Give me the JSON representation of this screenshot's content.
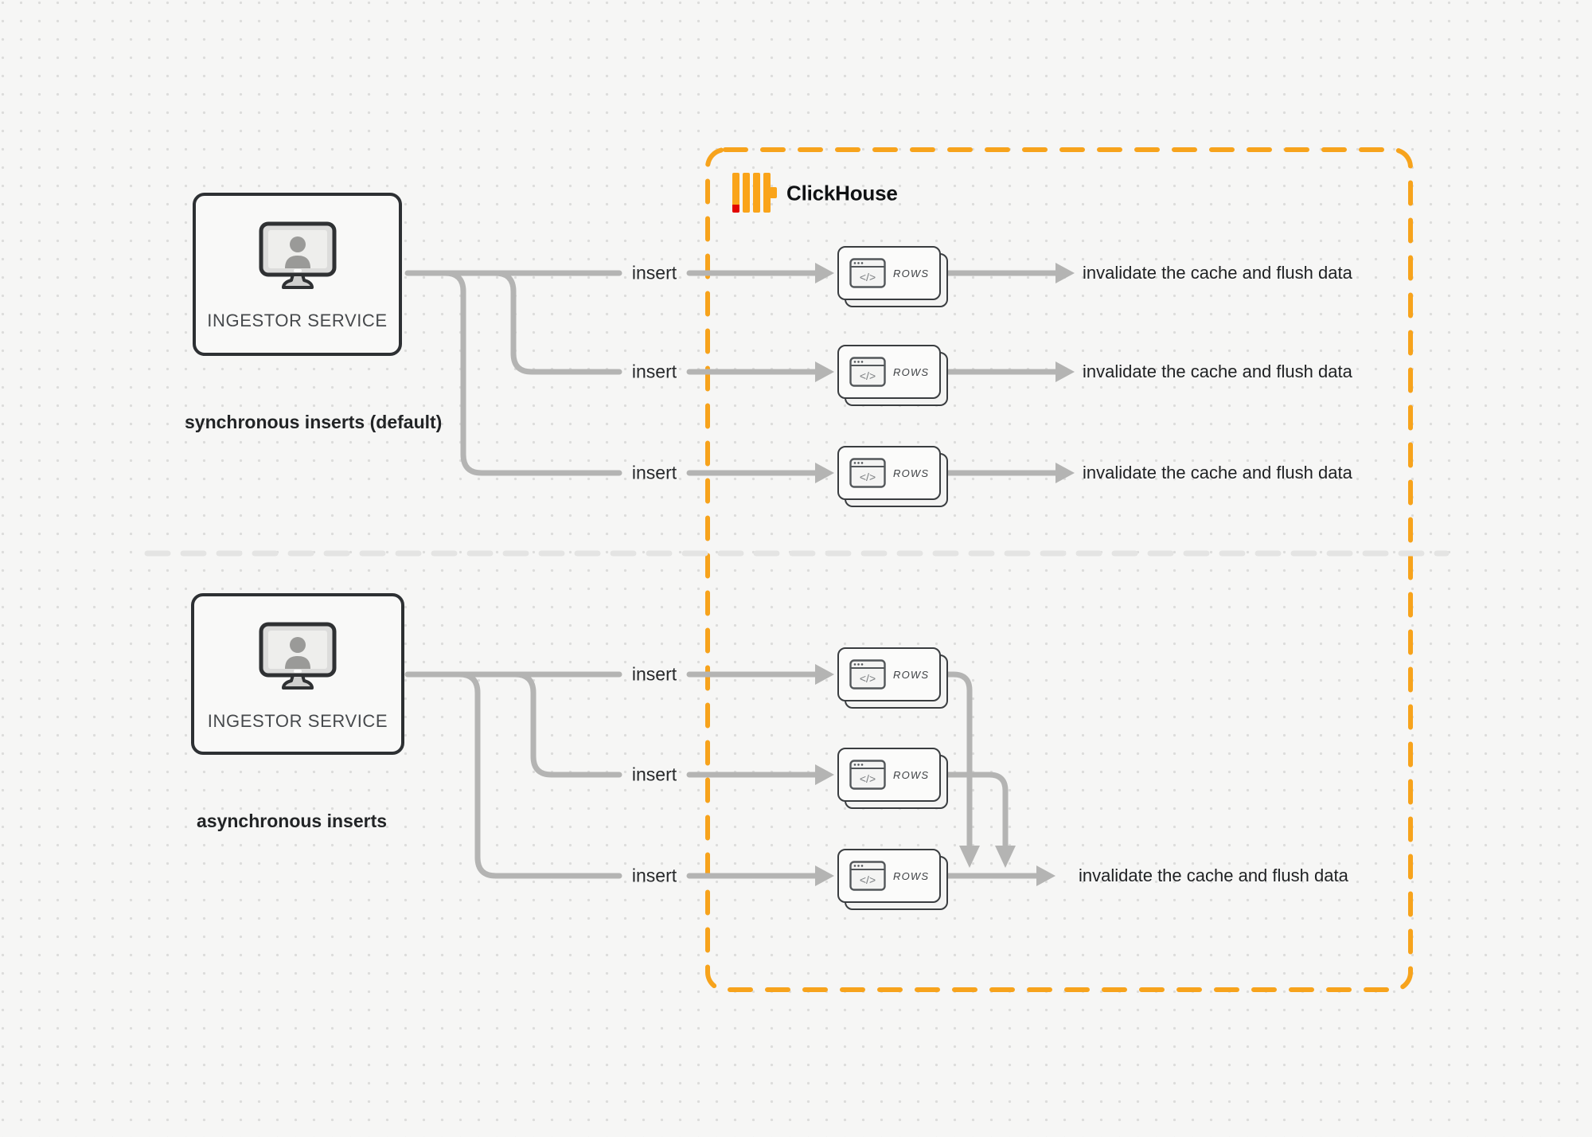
{
  "colors": {
    "background": "#f6f6f5",
    "accent_orange": "#f7a31c",
    "logo_red": "#e20500",
    "connector_gray": "#b4b4b3",
    "divider_gray": "#e4e4e3",
    "dark_border": "#2d3033",
    "text_dark": "#1f2123"
  },
  "sync": {
    "service": "INGESTOR SERVICE",
    "caption": "synchronous inserts (default)",
    "insert_labels": [
      "insert",
      "insert",
      "insert"
    ]
  },
  "async": {
    "service": "INGESTOR SERVICE",
    "caption": "asynchronous inserts",
    "insert_labels": [
      "insert",
      "insert",
      "insert"
    ]
  },
  "clickhouse": {
    "name": "ClickHouse",
    "sync_rows": [
      {
        "label": "ROWS",
        "result": "invalidate the cache and flush data"
      },
      {
        "label": "ROWS",
        "result": "invalidate the cache and flush data"
      },
      {
        "label": "ROWS",
        "result": "invalidate the cache and flush data"
      }
    ],
    "async_rows": [
      {
        "label": "ROWS"
      },
      {
        "label": "ROWS"
      },
      {
        "label": "ROWS"
      }
    ],
    "async_result": "invalidate the cache and flush data"
  },
  "icons": {
    "code_glyph": "</>"
  }
}
